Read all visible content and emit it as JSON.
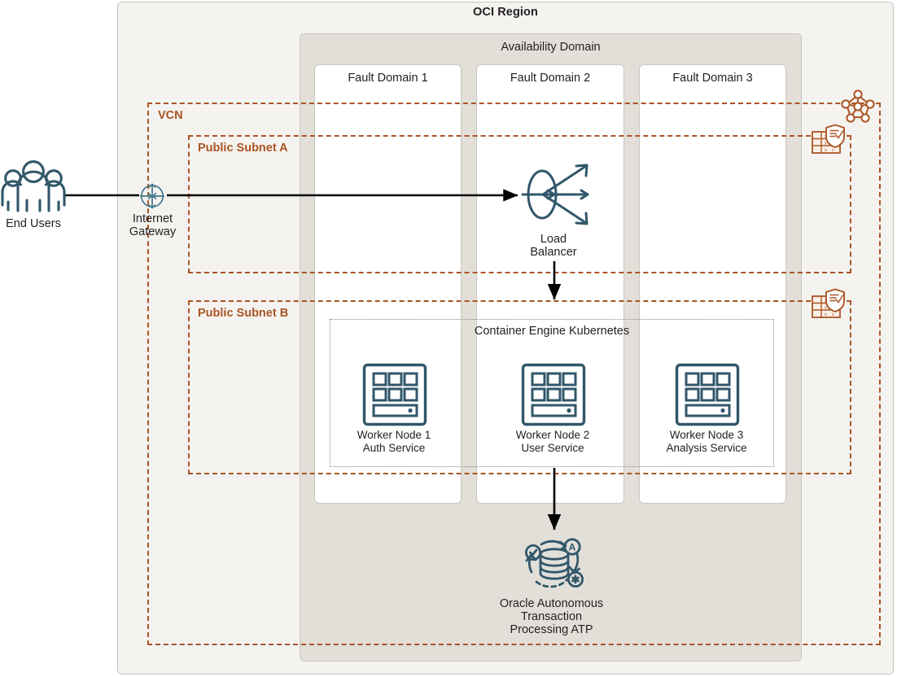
{
  "diagram": {
    "title": "OCI Region",
    "availability_domain": "Availability Domain",
    "fault_domains": [
      "Fault Domain 1",
      "Fault Domain 2",
      "Fault Domain 3"
    ],
    "vcn_label": "VCN",
    "subnet_a_label": "Public Subnet A",
    "subnet_b_label": "Public Subnet B",
    "oke_label": "Container Engine Kubernetes"
  },
  "actors": {
    "end_users": "End Users",
    "internet_gateway": "Internet\nGateway"
  },
  "components": {
    "load_balancer": "Load\nBalancer",
    "database": "Oracle Autonomous\nTransaction\nProcessing ATP"
  },
  "worker_nodes": [
    {
      "name": "Worker Node 1",
      "service": "Auth Service",
      "label": "Worker Node 1\nAuth Service"
    },
    {
      "name": "Worker Node 2",
      "service": "User Service",
      "label": "Worker Node 2\nUser Service"
    },
    {
      "name": "Worker Node 3",
      "service": "Analysis Service",
      "label": "Worker Node 3\nAnalysis Service"
    }
  ],
  "icons": {
    "route_table": "route-table-icon",
    "security_list_a": "security-list-icon",
    "security_list_b": "security-list-icon"
  },
  "colors": {
    "region_bg": "#f4f3f0",
    "availability_domain_bg": "#e2dfd9",
    "fault_domain_bg": "#ffffff",
    "network_accent": "#ab5524",
    "icon_teal": "#31576a",
    "border_gray": "#c9c7c2",
    "text": "#231f20"
  }
}
